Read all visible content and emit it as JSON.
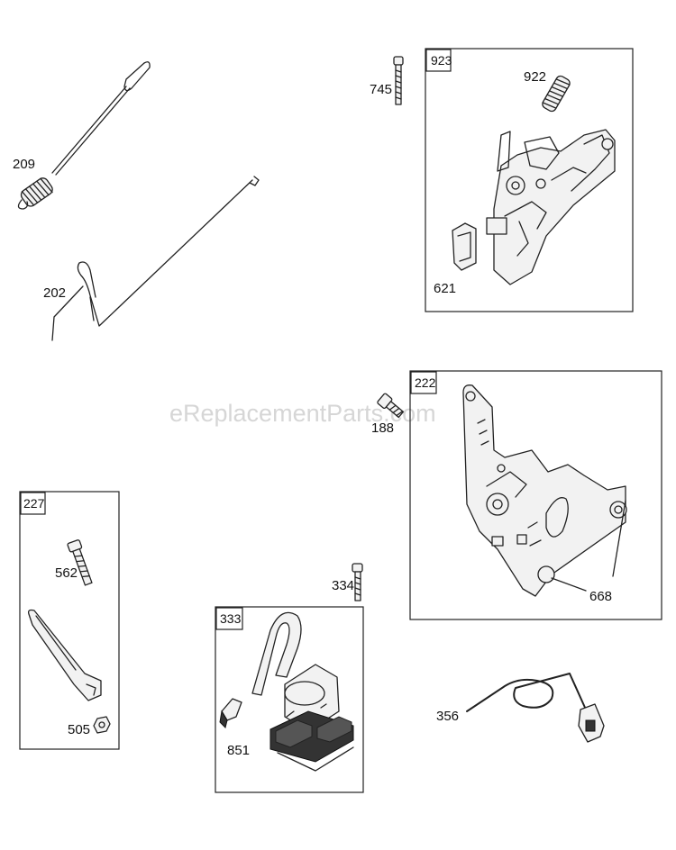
{
  "watermark": "eReplacementParts.com",
  "callouts": {
    "p209": "209",
    "p202": "202",
    "p745": "745",
    "p923": "923",
    "p922": "922",
    "p621": "621",
    "p188": "188",
    "p222": "222",
    "p668": "668",
    "p227": "227",
    "p562": "562",
    "p505": "505",
    "p334": "334",
    "p333": "333",
    "p851": "851",
    "p356": "356"
  }
}
